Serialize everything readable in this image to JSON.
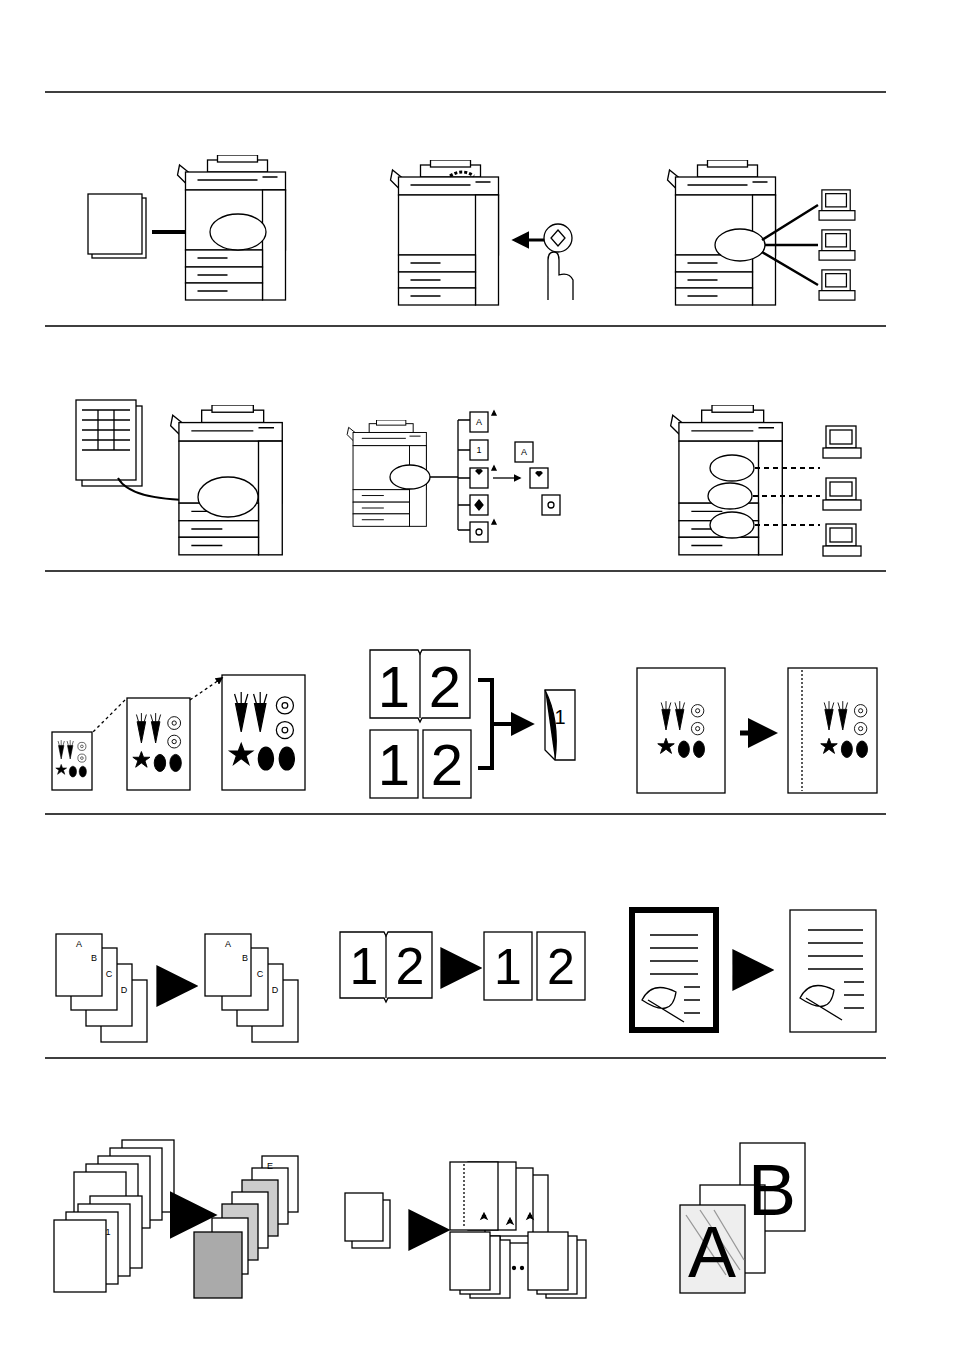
{
  "diagram": {
    "labels": [
      "A",
      "1",
      "A",
      "1",
      "2",
      "1",
      "2",
      "1",
      "A",
      "B",
      "C",
      "D",
      "A",
      "B",
      "C",
      "D",
      "1",
      "2",
      "1",
      "2",
      "1",
      "E",
      "A",
      "B"
    ]
  }
}
